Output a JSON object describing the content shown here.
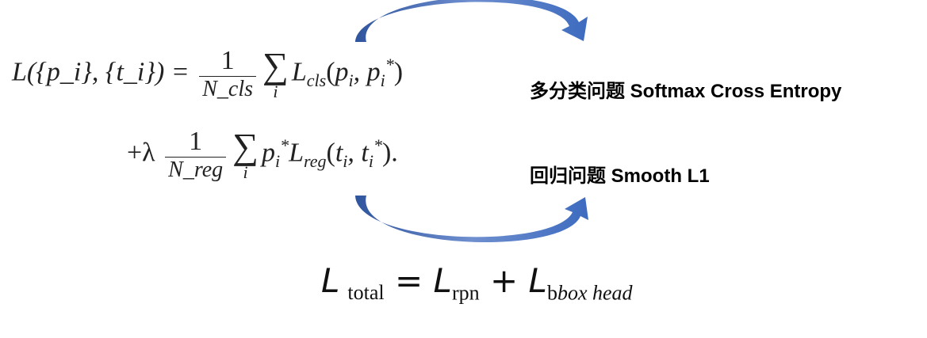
{
  "formula": {
    "line1": {
      "lhs": "L({p_i}, {t_i}) =",
      "frac_num": "1",
      "frac_den": "N_cls",
      "sum_index": "i",
      "term": "L_cls(p_i, p_i*)"
    },
    "line2": {
      "prefix": "+λ",
      "frac_num": "1",
      "frac_den": "N_reg",
      "sum_index": "i",
      "term": "p_i* L_reg(t_i, t_i*)."
    }
  },
  "labels": {
    "classification": "多分类问题  Softmax Cross Entropy",
    "regression": "回归问题  Smooth L1"
  },
  "total": {
    "L": "L",
    "total_sub": "total",
    "eq": "=",
    "rpn_sub": "rpn",
    "plus": "+",
    "bbox_sub_b": "b",
    "bbox_sub_rest": "box head"
  },
  "colors": {
    "arrow": "#3d6bbf",
    "arrow_dark": "#2f559e"
  }
}
